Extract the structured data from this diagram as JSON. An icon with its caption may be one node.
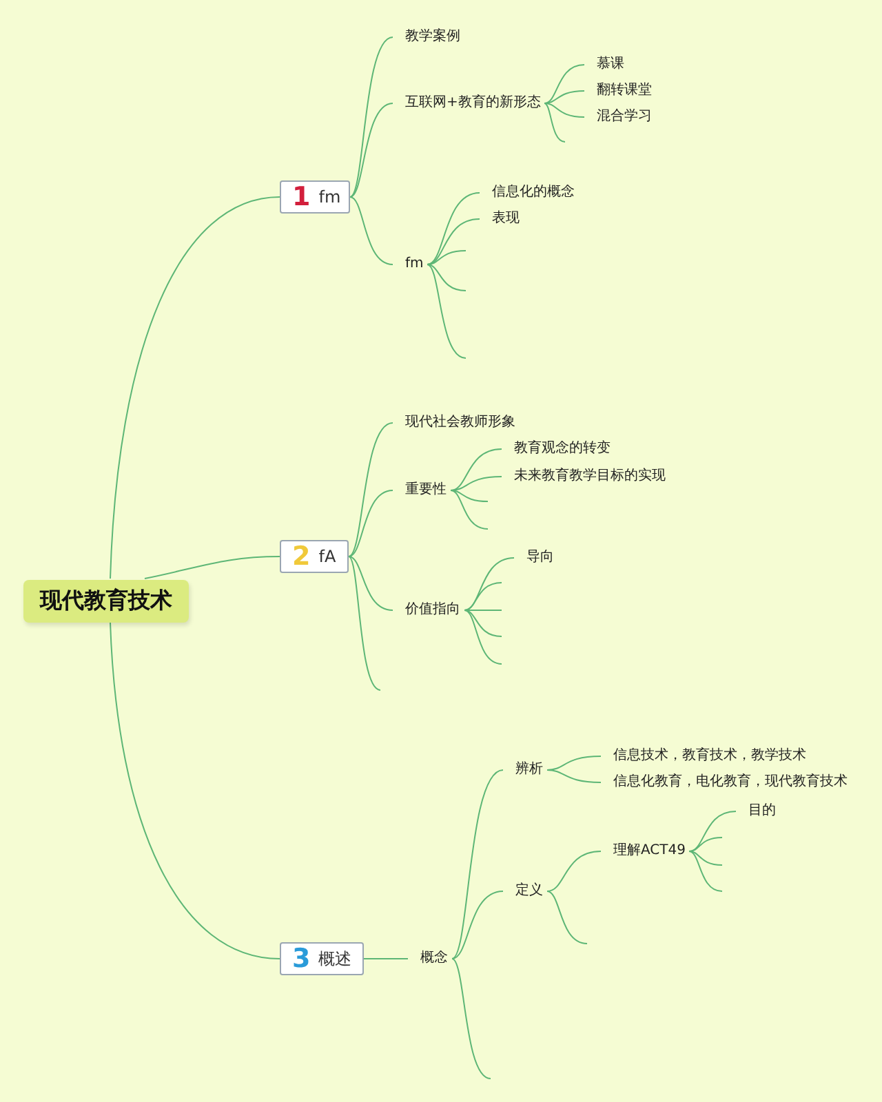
{
  "diagram": {
    "nodes": [
      {
        "text": [
          "现代教育技术"
        ]
      },
      {
        "text": [
          "1",
          "fm"
        ]
      },
      {
        "text": [
          "教学案例"
        ]
      },
      {
        "text": [
          "互联网+教育的新形态"
        ]
      },
      {
        "text": [
          "慕课"
        ]
      },
      {
        "text": [
          "翻转课堂"
        ]
      },
      {
        "text": [
          "混合学习"
        ]
      },
      {
        "text": [
          "fm"
        ]
      },
      {
        "text": [
          "信息化的概念"
        ]
      },
      {
        "text": [
          "表现"
        ]
      },
      {
        "text": [
          "2",
          "fA"
        ]
      },
      {
        "text": [
          "现代社会教师形象"
        ]
      },
      {
        "text": [
          "重要性"
        ]
      },
      {
        "text": [
          "教育观念的转变"
        ]
      },
      {
        "text": [
          "未来教育教学目标的实现"
        ]
      },
      {
        "text": [
          "价值指向"
        ]
      },
      {
        "text": [
          "导向"
        ]
      },
      {
        "text": [
          "3",
          "概述"
        ]
      },
      {
        "text": [
          "概念"
        ]
      },
      {
        "text": [
          "辨析"
        ]
      },
      {
        "text": [
          "信息技术，教育技术，教学技术"
        ]
      },
      {
        "text": [
          "信息化教育，电化教育，现代教育技术"
        ]
      },
      {
        "text": [
          "定义"
        ]
      },
      {
        "text": [
          "理解ACT49"
        ]
      },
      {
        "text": [
          "目的"
        ]
      }
    ],
    "edges": [
      {
        "from": 0,
        "to": 1,
        "arrow": "none"
      },
      {
        "from": 0,
        "to": 10,
        "arrow": "none"
      },
      {
        "from": 0,
        "to": 17,
        "arrow": "none"
      },
      {
        "from": 1,
        "to": 2,
        "arrow": "none"
      },
      {
        "from": 1,
        "to": 3,
        "arrow": "none"
      },
      {
        "from": 1,
        "to": 7,
        "arrow": "none"
      },
      {
        "from": 3,
        "to": 4,
        "arrow": "none"
      },
      {
        "from": 3,
        "to": 5,
        "arrow": "none"
      },
      {
        "from": 3,
        "to": 6,
        "arrow": "none"
      },
      {
        "from": 3,
        "to": null,
        "arrow": "none"
      },
      {
        "from": 7,
        "to": 8,
        "arrow": "none"
      },
      {
        "from": 7,
        "to": 9,
        "arrow": "none"
      },
      {
        "from": 7,
        "to": null,
        "arrow": "none"
      },
      {
        "from": 7,
        "to": null,
        "arrow": "none"
      },
      {
        "from": 7,
        "to": null,
        "arrow": "none"
      },
      {
        "from": 10,
        "to": 11,
        "arrow": "none"
      },
      {
        "from": 10,
        "to": 12,
        "arrow": "none"
      },
      {
        "from": 10,
        "to": 15,
        "arrow": "none"
      },
      {
        "from": 10,
        "to": null,
        "arrow": "none"
      },
      {
        "from": 12,
        "to": 13,
        "arrow": "none"
      },
      {
        "from": 12,
        "to": 14,
        "arrow": "none"
      },
      {
        "from": 12,
        "to": null,
        "arrow": "none"
      },
      {
        "from": 12,
        "to": null,
        "arrow": "none"
      },
      {
        "from": 15,
        "to": 16,
        "arrow": "none"
      },
      {
        "from": 15,
        "to": null,
        "arrow": "none"
      },
      {
        "from": 15,
        "to": null,
        "arrow": "none"
      },
      {
        "from": 15,
        "to": null,
        "arrow": "none"
      },
      {
        "from": 15,
        "to": null,
        "arrow": "none"
      },
      {
        "from": 17,
        "to": 18,
        "arrow": "none"
      },
      {
        "from": 18,
        "to": 19,
        "arrow": "none"
      },
      {
        "from": 18,
        "to": 22,
        "arrow": "none"
      },
      {
        "from": 18,
        "to": null,
        "arrow": "none"
      },
      {
        "from": 19,
        "to": 20,
        "arrow": "none"
      },
      {
        "from": 19,
        "to": 21,
        "arrow": "none"
      },
      {
        "from": 22,
        "to": 23,
        "arrow": "none"
      },
      {
        "from": 22,
        "to": null,
        "arrow": "none"
      },
      {
        "from": 23,
        "to": 24,
        "arrow": "none"
      },
      {
        "from": 23,
        "to": null,
        "arrow": "none"
      },
      {
        "from": 23,
        "to": null,
        "arrow": "none"
      },
      {
        "from": 23,
        "to": null,
        "arrow": "none"
      }
    ]
  }
}
